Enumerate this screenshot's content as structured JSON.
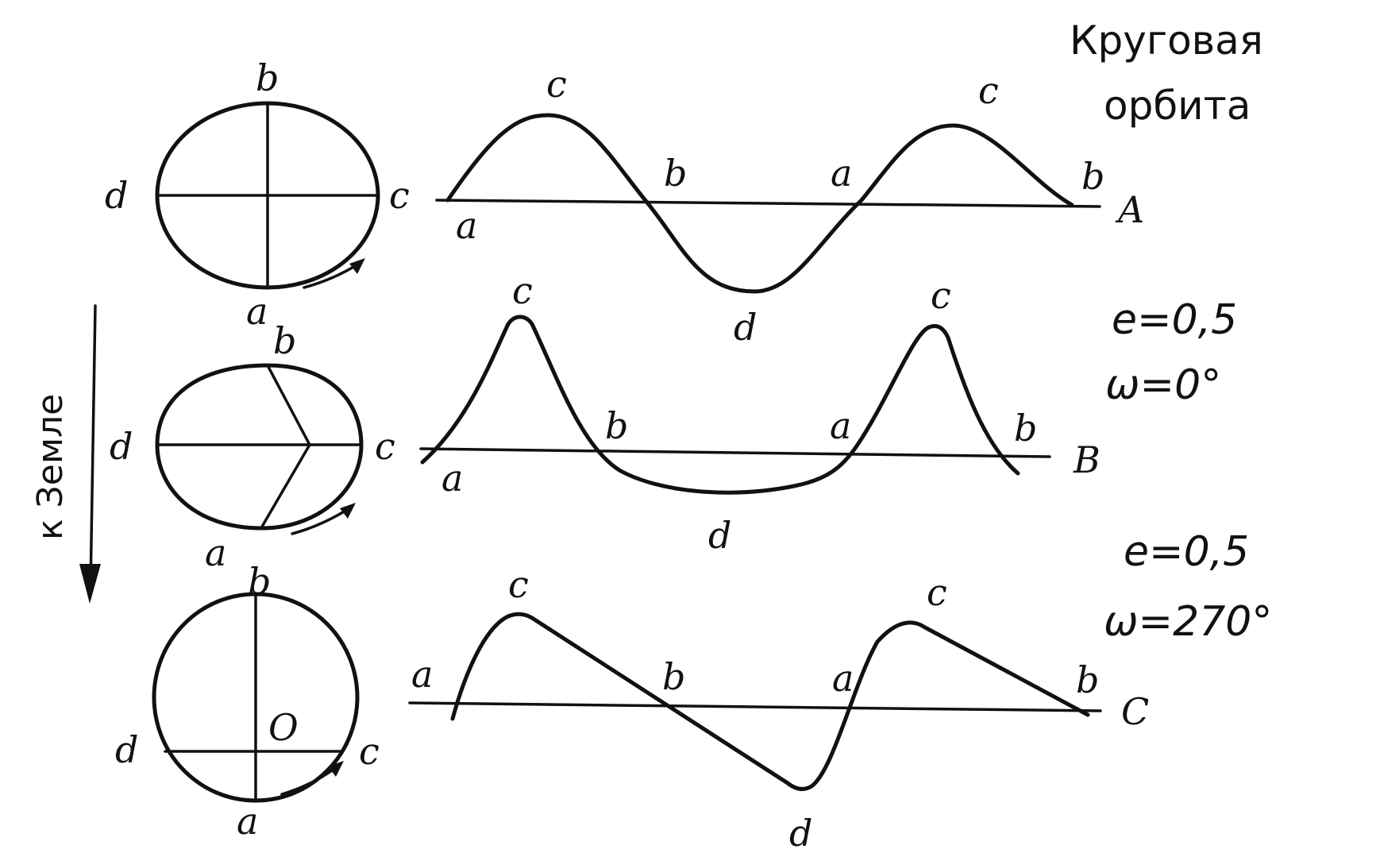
{
  "panels": {
    "A": {
      "row_label": "A",
      "title_line1": "Круговая",
      "title_line2": "орбита",
      "orbit": {
        "a": "a",
        "b": "b",
        "c": "c",
        "d": "d"
      },
      "curve": {
        "a1": "a",
        "c1": "c",
        "b1": "b",
        "d": "d",
        "a2": "a",
        "c2": "c",
        "b2": "b"
      }
    },
    "B": {
      "row_label": "B",
      "param_e": "e=0,5",
      "param_w": "ω=0°",
      "orbit": {
        "a": "a",
        "b": "b",
        "c": "c",
        "d": "d"
      },
      "curve": {
        "a1": "a",
        "c1": "c",
        "b1": "b",
        "d": "d",
        "a2": "a",
        "c2": "c",
        "b2": "b"
      }
    },
    "C": {
      "row_label": "C",
      "param_e": "e=0,5",
      "param_w": "ω=270°",
      "orbit": {
        "a": "a",
        "b": "b",
        "c": "c",
        "d": "d",
        "o": "O"
      },
      "curve": {
        "a1": "a",
        "c1": "c",
        "b1": "b",
        "d": "d",
        "a2": "a",
        "c2": "c",
        "b2": "b"
      }
    }
  },
  "side_label": "к Земле"
}
